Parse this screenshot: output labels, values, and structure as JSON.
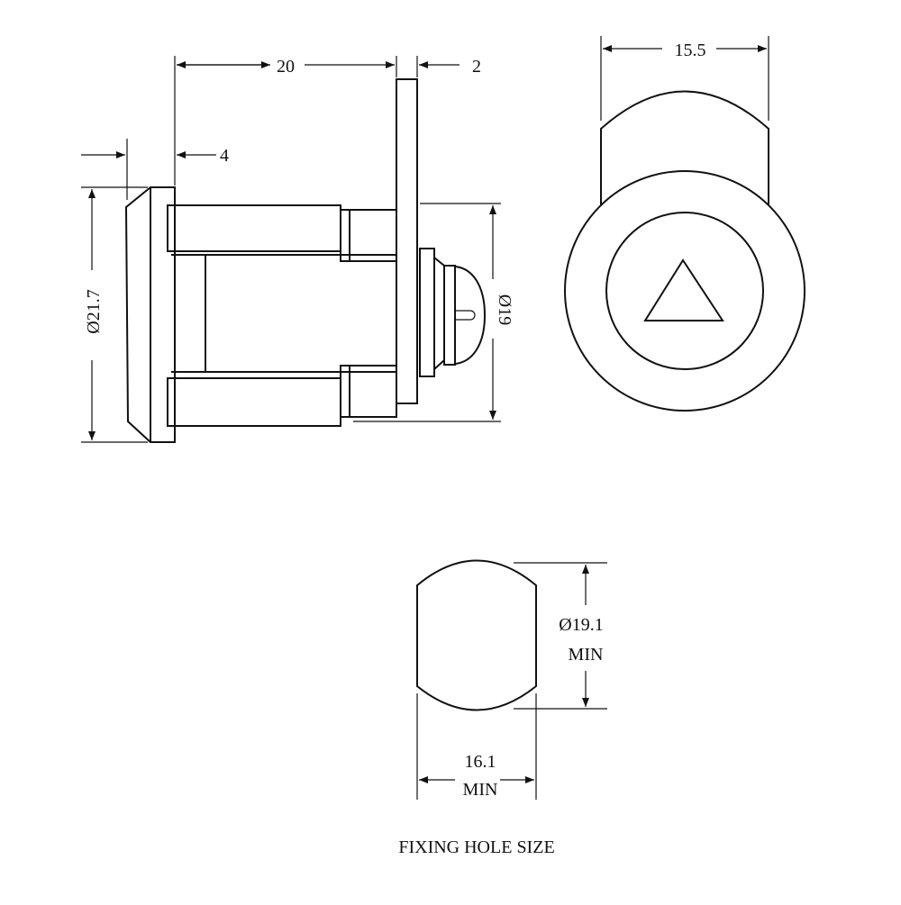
{
  "side_view": {
    "dim_length": "20",
    "dim_flange": "2",
    "dim_head": "4",
    "dim_head_diameter": "Ø21.7",
    "dim_body_diameter": "Ø19"
  },
  "front_view": {
    "dim_width": "15.5",
    "key_icon": "triangle-icon"
  },
  "fixing_hole": {
    "dim_diameter_line1": "Ø19.1",
    "dim_diameter_line2": "MIN",
    "dim_width_line1": "16.1",
    "dim_width_line2": "MIN",
    "caption": "FIXING HOLE SIZE"
  }
}
